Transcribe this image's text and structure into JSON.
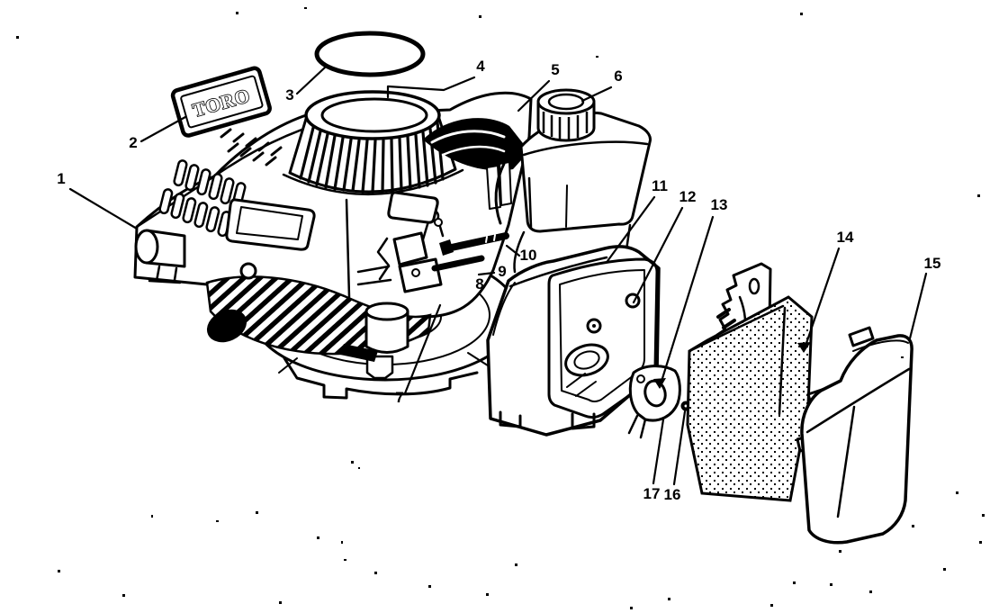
{
  "diagram": {
    "background_color": "#ffffff",
    "ink_color": "#000000",
    "brand_label": "TORO",
    "callouts": [
      {
        "label": "1"
      },
      {
        "label": "2"
      },
      {
        "label": "3"
      },
      {
        "label": "4"
      },
      {
        "label": "5"
      },
      {
        "label": "6"
      },
      {
        "label": "7"
      },
      {
        "label": "8"
      },
      {
        "label": "9"
      },
      {
        "label": "10"
      },
      {
        "label": "11"
      },
      {
        "label": "12"
      },
      {
        "label": "13"
      },
      {
        "label": "14"
      },
      {
        "label": "15"
      },
      {
        "label": "16"
      },
      {
        "label": "17"
      }
    ]
  }
}
